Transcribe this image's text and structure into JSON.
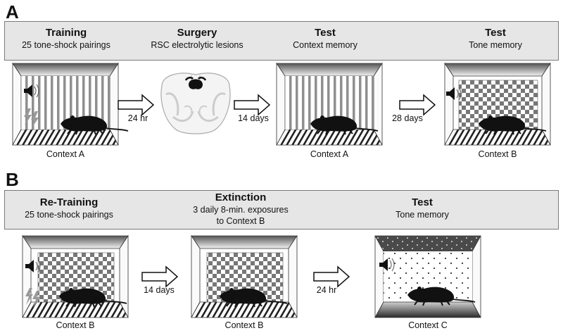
{
  "panel_a": {
    "letter": "A",
    "stages": [
      {
        "title": "Training",
        "subtitle": "25 tone-shock pairings"
      },
      {
        "title": "Surgery",
        "subtitle": "RSC electrolytic lesions"
      },
      {
        "title": "Test",
        "subtitle": "Context memory"
      },
      {
        "title": "Test",
        "subtitle": "Tone memory"
      }
    ],
    "captions": [
      "Context A",
      "Context A",
      "Context B"
    ],
    "arrows": [
      "24 hr",
      "14 days",
      "28 days"
    ]
  },
  "panel_b": {
    "letter": "B",
    "stages": [
      {
        "title": "Re-Training",
        "subtitle": "25 tone-shock pairings"
      },
      {
        "title": "Extinction",
        "subtitle": "3 daily 8-min. exposures",
        "subtitle2": "to Context B"
      },
      {
        "title": "Test",
        "subtitle": "Tone memory"
      }
    ],
    "captions": [
      "Context B",
      "Context B",
      "Context C"
    ],
    "arrows": [
      "14 days",
      "24 hr"
    ]
  },
  "colors": {
    "banner": "#e6e6e6",
    "border": "#7a7a7a",
    "ink": "#111111"
  }
}
